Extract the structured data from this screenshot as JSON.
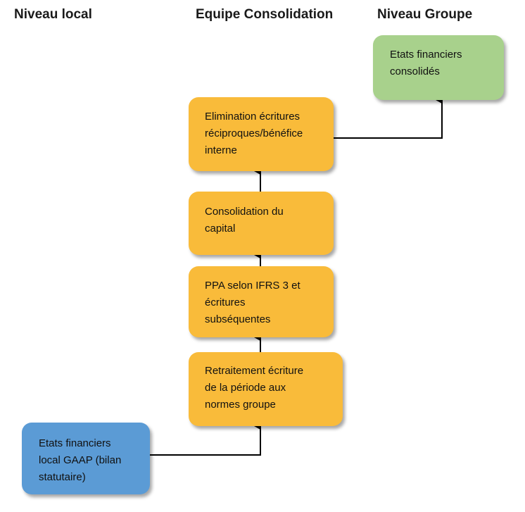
{
  "headers": {
    "local": "Niveau local",
    "consolidation": "Equipe Consolidation",
    "groupe": "Niveau Groupe"
  },
  "boxes": {
    "etats_consolides": "Etats financiers\nconsolidés",
    "elimination": "Elimination écritures\nréciproques/bénéfice\ninterne",
    "consolidation_capital": "Consolidation du\ncapital",
    "ppa": "PPA selon IFRS 3 et\nécritures\nsubséquentes",
    "retraitement": "Retraitement écriture\nde la période aux\nnormes groupe",
    "etats_locaux": "Etats financiers\nlocal GAAP (bilan\nstatutaire)"
  },
  "colors": {
    "orange": "#f9bb3a",
    "green": "#a8d18c",
    "blue": "#5b9bd5"
  }
}
